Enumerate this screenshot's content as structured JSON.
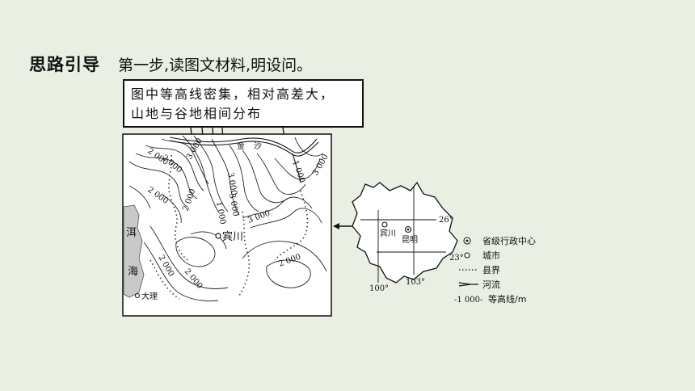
{
  "heading": "思路引导",
  "step": "第一步,读图文材料,明设问。",
  "callout": {
    "line1": "图中等高线密集，相对高差大，",
    "line2": "山地与谷地相间分布"
  },
  "map": {
    "river_label_1": "金",
    "river_label_2": "沙",
    "lake_label_1": "洱",
    "lake_label_2": "海",
    "city_binchuan": "宾川",
    "city_dali": "大理",
    "contour_labels": [
      "2 000",
      "2 000",
      "3 000",
      "3 000",
      "2 000",
      "1 000",
      "3 000",
      "3 000",
      "1 000",
      "3 000",
      "2 000",
      "2 000",
      "2 000",
      "2 000"
    ]
  },
  "inset": {
    "lat_26": "26°",
    "lat_23": "23°",
    "lon_100": "100°",
    "lon_103": "103°",
    "city_binchuan": "宾川",
    "city_kunming": "昆明"
  },
  "legend": {
    "capital": "省级行政中心",
    "city": "城市",
    "county_border": "县界",
    "river": "河流",
    "contour_sample": "-1 000-",
    "contour": "等高线/m"
  }
}
